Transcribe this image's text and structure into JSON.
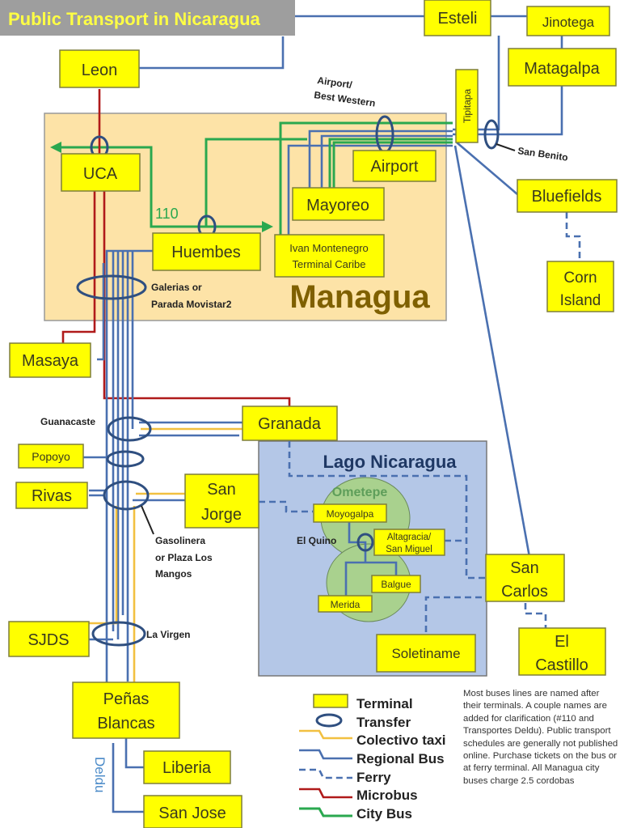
{
  "title": "Public Transport in Nicaragua",
  "regions": {
    "managua": "Managua",
    "lake": "Lago Nicaragua",
    "island": "Ometepe"
  },
  "terminals": {
    "esteli": "Esteli",
    "jinotega": "Jinotega",
    "matagalpa": "Matagalpa",
    "leon": "Leon",
    "tipitapa": "Tipitapa",
    "uca": "UCA",
    "airport": "Airport",
    "mayoreo": "Mayoreo",
    "huembes": "Huembes",
    "ivan_line1": "Ivan Montenegro",
    "ivan_line2": "Terminal Caribe",
    "bluefields": "Bluefields",
    "corn_line1": "Corn",
    "corn_line2": "Island",
    "masaya": "Masaya",
    "granada": "Granada",
    "popoyo": "Popoyo",
    "rivas": "Rivas",
    "sanjorge_line1": "San",
    "sanjorge_line2": "Jorge",
    "moyogalpa": "Moyogalpa",
    "altagracia_line1": "Altagracia/",
    "altagracia_line2": "San Miguel",
    "balgue": "Balgue",
    "merida": "Merida",
    "soletiname": "Soletiname",
    "sancarlos_line1": "San",
    "sancarlos_line2": "Carlos",
    "castillo_line1": "El",
    "castillo_line2": "Castillo",
    "sjds": "SJDS",
    "penas_line1": "Peñas",
    "penas_line2": "Blancas",
    "liberia": "Liberia",
    "sanjose": "San Jose"
  },
  "transfers": {
    "airport_bw_line1": "Airport/",
    "airport_bw_line2": "Best Western",
    "san_benito": "San Benito",
    "galerias_line1": "Galerias or",
    "galerias_line2": "Parada Movistar2",
    "guanacaste": "Guanacaste",
    "gasolinera_line1": "Gasolinera",
    "gasolinera_line2": "or Plaza Los",
    "gasolinera_line3": "Mangos",
    "la_virgen": "La Virgen",
    "el_quino": "El Quino"
  },
  "route_labels": {
    "route_110": "110",
    "deldu": "Deldu"
  },
  "legend": {
    "items": [
      {
        "label": "Terminal",
        "type": "terminal"
      },
      {
        "label": "Transfer",
        "type": "transfer"
      },
      {
        "label": "Colectivo taxi",
        "type": "taxi",
        "color": "#f2c040"
      },
      {
        "label": "Regional Bus",
        "type": "regional",
        "color": "#4a70b0"
      },
      {
        "label": "Ferry",
        "type": "ferry",
        "color": "#4a70b0"
      },
      {
        "label": "Microbus",
        "type": "microbus",
        "color": "#b01a1a"
      },
      {
        "label": "City Bus",
        "type": "city",
        "color": "#2aa84f"
      }
    ],
    "note": "Most buses lines are named after their terminals. A couple names are added for clarification (#110 and Transportes Deldu). Public transport schedules are generally not published online. Purchase tickets on the bus or at ferry terminal. All Managua city buses charge 2.5 cordobas"
  },
  "colors": {
    "terminal": "#ffff00",
    "managua_bg": "#fde3a7",
    "lake_bg": "#b4c7e7",
    "island_bg": "#a9d18e",
    "title_bg": "#9e9e9e",
    "title_text": "#ffff44"
  }
}
